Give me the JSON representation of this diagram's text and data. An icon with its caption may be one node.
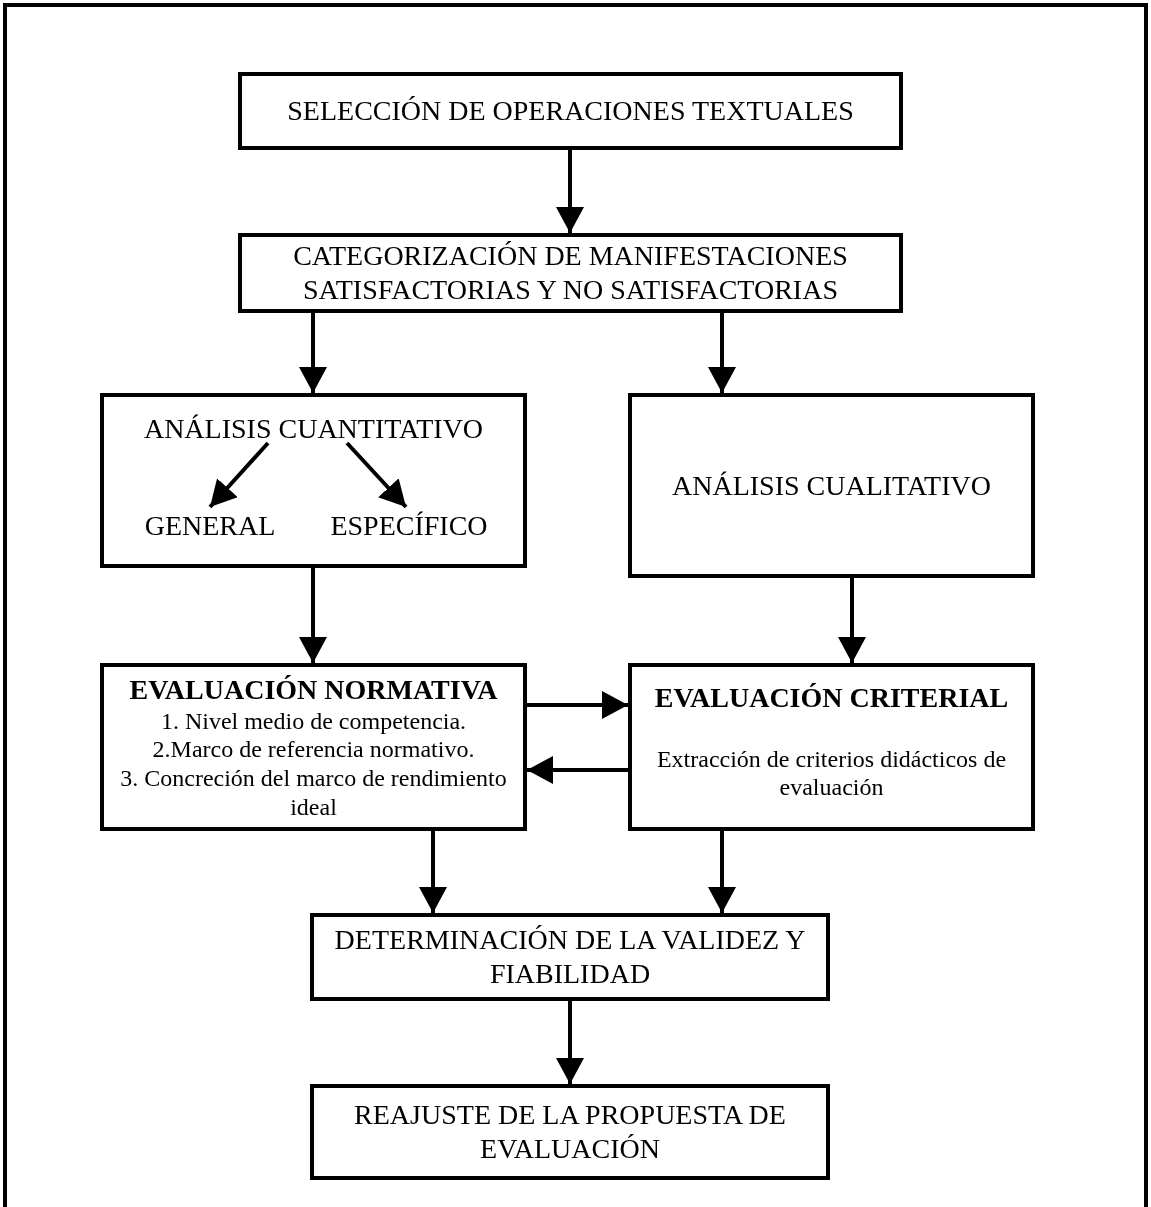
{
  "diagram": {
    "nodes": [
      {
        "text": [
          "SELECCIÓN DE OPERACIONES TEXTUALES"
        ]
      },
      {
        "text": [
          "CATEGORIZACIÓN DE MANIFESTACIONES SATISFACTORIAS Y NO SATISFACTORIAS"
        ]
      },
      {
        "text": [],
        "shape": "box"
      },
      {
        "text": [
          "ANÁLISIS CUANTITATIVO"
        ],
        "in": 2
      },
      {
        "text": [
          "GENERAL"
        ],
        "in": 2
      },
      {
        "text": [
          "ESPECÍFICO"
        ],
        "in": 2
      },
      {
        "text": [
          "ANÁLISIS CUALITATIVO"
        ]
      },
      {
        "text": [
          "EVALUACIÓN NORMATIVA",
          "1. Nivel medio de competencia.",
          "2.Marco de referencia normativo.",
          "3. Concreción del marco de rendimiento ideal"
        ]
      },
      {
        "text": [
          "EVALUACIÓN CRITERIAL",
          "Extracción de criterios didácticos de evaluación"
        ]
      },
      {
        "text": [
          "DETERMINACIÓN DE LA VALIDEZ Y FIABILIDAD"
        ]
      },
      {
        "text": [
          "REAJUSTE DE LA PROPUESTA DE EVALUACIÓN"
        ]
      }
    ],
    "edges": [
      {
        "from": 0,
        "to": 1,
        "arrow": "to"
      },
      {
        "from": 1,
        "to": 2,
        "arrow": "to"
      },
      {
        "from": 1,
        "to": 6,
        "arrow": "to"
      },
      {
        "from": 3,
        "to": 4,
        "arrow": "to"
      },
      {
        "from": 3,
        "to": 5,
        "arrow": "to"
      },
      {
        "from": 2,
        "to": 7,
        "arrow": "to"
      },
      {
        "from": 6,
        "to": 8,
        "arrow": "to"
      },
      {
        "from": 7,
        "to": 8,
        "arrow": "to"
      },
      {
        "from": 8,
        "to": 7,
        "arrow": "to"
      },
      {
        "from": 7,
        "to": 9,
        "arrow": "to"
      },
      {
        "from": 8,
        "to": 9,
        "arrow": "to"
      },
      {
        "from": 9,
        "to": 10,
        "arrow": "to"
      }
    ]
  }
}
